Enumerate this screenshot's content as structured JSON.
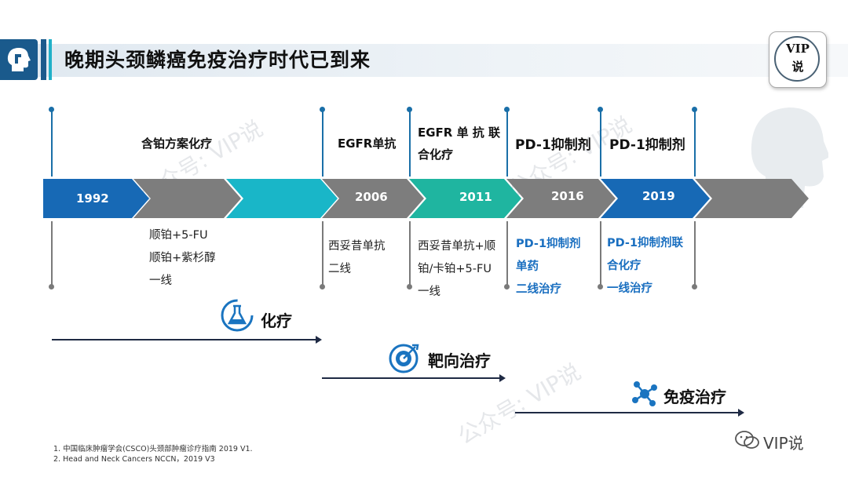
{
  "header": {
    "title": "晚期头颈鳞癌免疫治疗时代已到来"
  },
  "badge": {
    "line1": "VIP",
    "line2": "说"
  },
  "timeline": {
    "years": [
      "1992",
      "2006",
      "2011",
      "2016",
      "2019"
    ],
    "top_labels": {
      "chemo": "含铂方案化疗",
      "egfr": "EGFR单抗",
      "egfr_combo_1": "EGFR 单 抗 联",
      "egfr_combo_2": "合化疗",
      "pd1_a": "PD-1抑制剂",
      "pd1_b": "PD-1抑制剂"
    },
    "bottom_labels": {
      "chemo": [
        "顺铂+5-FU",
        "顺铂+紫杉醇",
        "一线"
      ],
      "egfr": [
        "西妥昔单抗",
        "二线"
      ],
      "combo": [
        "西妥昔单抗+顺",
        "铂/卡铂+5-FU",
        "一线"
      ],
      "pd1_mono": [
        "PD-1抑制剂",
        "单药",
        "二线治疗"
      ],
      "pd1_combo": [
        "PD-1抑制剂联",
        "合化疗",
        "一线治疗"
      ]
    },
    "colors": {
      "blue": "#1769b5",
      "teal": "#19b6c8",
      "green": "#1fb5a0",
      "gray": "#7d7d7d"
    }
  },
  "therapies": {
    "chemo": "化疗",
    "targeted": "靶向治疗",
    "immuno": "免疫治疗"
  },
  "footnotes": [
    "1. 中国临床肿瘤学会(CSCO)头颈部肿瘤诊疗指南 2019 V1.",
    "2. Head and Neck Cancers NCCN，2019 V3"
  ],
  "watermarks": {
    "w1": "公众号: VIP说",
    "w2": "公众号: VIP说",
    "w3": "公众号: VIP说"
  },
  "wechat_mark": "VIP说",
  "icons": {
    "logo": "head-profile-icon",
    "chemo": "flask-icon",
    "targeted": "target-icon",
    "immuno": "molecule-icon"
  }
}
